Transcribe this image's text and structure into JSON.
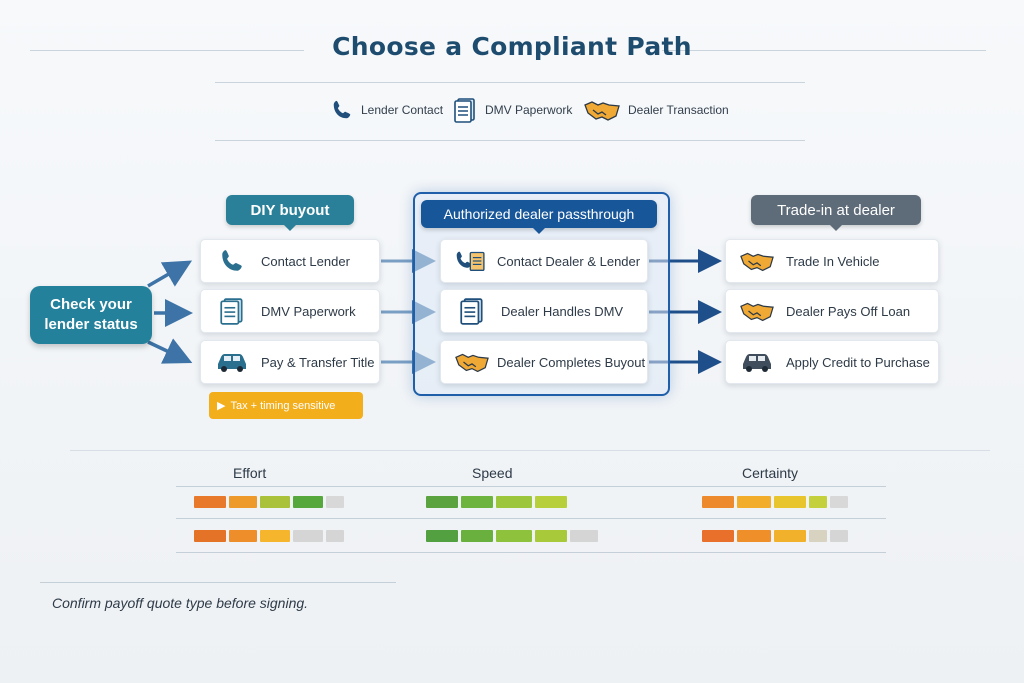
{
  "title": "Choose a Compliant Path",
  "legend": [
    {
      "icon": "phone-icon",
      "label": "Lender Contact"
    },
    {
      "icon": "document-icon",
      "label": "DMV Paperwork"
    },
    {
      "icon": "handshake-icon",
      "label": "Dealer Transaction"
    }
  ],
  "start": {
    "label": "Check your lender status"
  },
  "columns": [
    {
      "header": "DIY buyout",
      "color": "#2a8098",
      "steps": [
        {
          "icon": "phone-icon",
          "label": "Contact Lender"
        },
        {
          "icon": "document-icon",
          "label": "DMV Paperwork"
        },
        {
          "icon": "car-icon",
          "label": "Pay & Transfer Title"
        }
      ],
      "note": "Tax + timing sensitive"
    },
    {
      "header": "Authorized dealer passthrough",
      "color": "#18569a",
      "steps": [
        {
          "icon": "phone-document-icon",
          "label": "Contact Dealer & Lender"
        },
        {
          "icon": "document-icon",
          "label": "Dealer Handles DMV"
        },
        {
          "icon": "handshake-icon",
          "label": "Dealer Completes Buyout"
        }
      ]
    },
    {
      "header": "Trade-in at dealer",
      "color": "#5e6b78",
      "steps": [
        {
          "icon": "handshake-icon",
          "label": "Trade In Vehicle"
        },
        {
          "icon": "handshake-icon",
          "label": "Dealer Pays Off Loan"
        },
        {
          "icon": "car-icon",
          "label": "Apply Credit to Purchase"
        }
      ]
    }
  ],
  "metrics": {
    "labels": [
      "Effort",
      "Speed",
      "Certainty"
    ],
    "rows": [
      [
        [
          "#e8782a",
          "#ee9a2a",
          "#a9c23a",
          "#57a83c",
          "#d8d8d8"
        ],
        [
          "#5aa33f",
          "#6db43f",
          "#9cc63b",
          "#b7cf3a"
        ],
        [
          "#ee8a2e",
          "#f2ae2a",
          "#e8c52c",
          "#c4d13c",
          "#d8d8d8"
        ]
      ],
      [
        [
          "#e57327",
          "#ee8e2a",
          "#f5b52d",
          "#d5d5d5",
          "#d5d5d5"
        ],
        [
          "#52a03f",
          "#69b03e",
          "#8ec23c",
          "#a8c93a",
          "#d5d5d5"
        ],
        [
          "#e9702a",
          "#ef8f2a",
          "#f1b12b",
          "#d8d2c0",
          "#d5d5d5"
        ]
      ]
    ]
  },
  "footer": "Confirm payoff quote type before signing."
}
